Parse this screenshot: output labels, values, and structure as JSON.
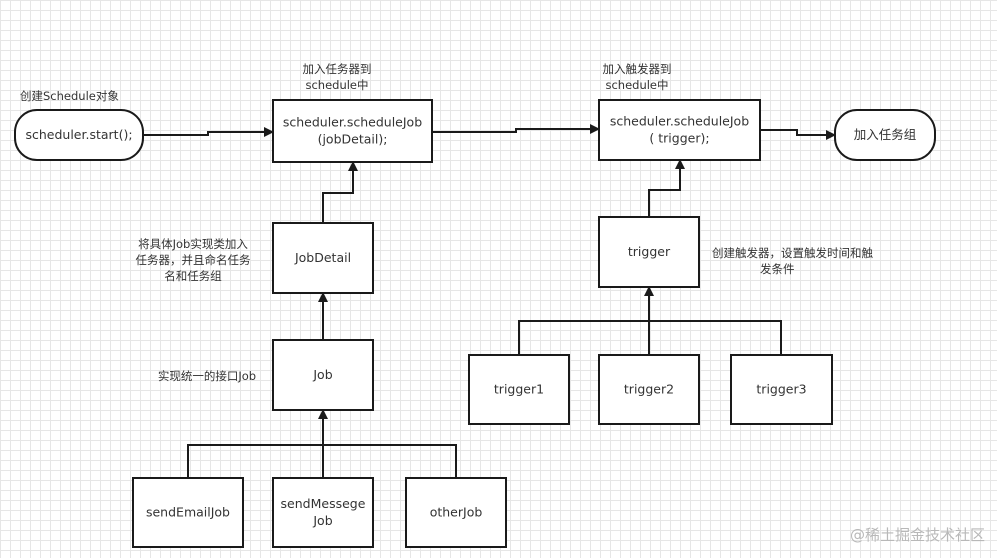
{
  "nodes": {
    "start": [
      "scheduler.start();"
    ],
    "schedule_job": [
      "scheduler.scheduleJob",
      "(jobDetail);"
    ],
    "schedule_trigger": [
      "scheduler.scheduleJob",
      "( trigger);"
    ],
    "end": [
      "加入任务组"
    ],
    "job_detail": [
      "JobDetail"
    ],
    "job": [
      "Job"
    ],
    "send_email_job": [
      "sendEmailJob"
    ],
    "send_messege_job": [
      "sendMessege",
      "Job"
    ],
    "other_job": [
      "otherJob"
    ],
    "trigger": [
      "trigger"
    ],
    "trigger1": [
      "trigger1"
    ],
    "trigger2": [
      "trigger2"
    ],
    "trigger3": [
      "trigger3"
    ]
  },
  "notes": {
    "create_schedule": [
      "创建Schedule对象"
    ],
    "add_job": [
      "加入任务器到",
      "schedule中"
    ],
    "add_trigger": [
      "加入触发器到",
      "schedule中"
    ],
    "job_detail_note": [
      "将具体Job实现类加入",
      "任务器，并且命名任务",
      "名和任务组"
    ],
    "job_note": [
      "实现统一的接口Job"
    ],
    "trigger_note": [
      "创建触发器，设置触发时间和触",
      "发条件"
    ]
  },
  "watermark": "@稀土掘金技术社区",
  "colors": {
    "stroke": "#1a1a1a",
    "text": "#333333"
  }
}
